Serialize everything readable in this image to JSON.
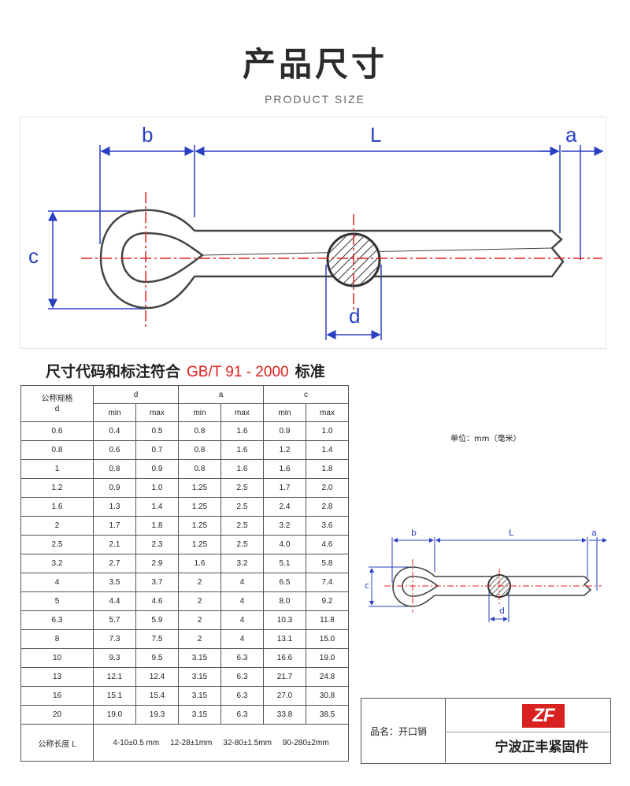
{
  "header": {
    "title": "产品尺寸",
    "subtitle": "PRODUCT SIZE"
  },
  "diagram": {
    "labels": {
      "b": "b",
      "L": "L",
      "a": "a",
      "c": "c",
      "d": "d"
    },
    "colors": {
      "dimension": "#2a3fc2",
      "centerline": "#e0201e",
      "outline": "#444444"
    }
  },
  "standard": {
    "prefix": "尺寸代码和标注符合",
    "code": "GB/T 91 - 2000",
    "suffix": "标准"
  },
  "table": {
    "nominal_header": "公称规格\nd",
    "group_headers": [
      "d",
      "a",
      "c"
    ],
    "sub_headers": [
      "min",
      "max",
      "min",
      "max",
      "min",
      "max"
    ],
    "rows": [
      [
        "0.6",
        "0.4",
        "0.5",
        "0.8",
        "1.6",
        "0.9",
        "1.0"
      ],
      [
        "0.8",
        "0.6",
        "0.7",
        "0.8",
        "1.6",
        "1.2",
        "1.4"
      ],
      [
        "1",
        "0.8",
        "0.9",
        "0.8",
        "1.6",
        "1.6",
        "1.8"
      ],
      [
        "1.2",
        "0.9",
        "1.0",
        "1.25",
        "2.5",
        "1.7",
        "2.0"
      ],
      [
        "1.6",
        "1.3",
        "1.4",
        "1.25",
        "2.5",
        "2.4",
        "2.8"
      ],
      [
        "2",
        "1.7",
        "1.8",
        "1.25",
        "2.5",
        "3.2",
        "3.6"
      ],
      [
        "2.5",
        "2.1",
        "2.3",
        "1.25",
        "2.5",
        "4.0",
        "4.6"
      ],
      [
        "3.2",
        "2.7",
        "2.9",
        "1.6",
        "3.2",
        "5.1",
        "5.8"
      ],
      [
        "4",
        "3.5",
        "3.7",
        "2",
        "4",
        "6.5",
        "7.4"
      ],
      [
        "5",
        "4.4",
        "4.6",
        "2",
        "4",
        "8.0",
        "9.2"
      ],
      [
        "6.3",
        "5.7",
        "5.9",
        "2",
        "4",
        "10.3",
        "11.8"
      ],
      [
        "8",
        "7.3",
        "7.5",
        "2",
        "4",
        "13.1",
        "15.0"
      ],
      [
        "10",
        "9.3",
        "9.5",
        "3.15",
        "6.3",
        "16.6",
        "19.0"
      ],
      [
        "13",
        "12.1",
        "12.4",
        "3.15",
        "6.3",
        "21.7",
        "24.8"
      ],
      [
        "16",
        "15.1",
        "15.4",
        "3.15",
        "6.3",
        "27.0",
        "30.8"
      ],
      [
        "20",
        "19.0",
        "19.3",
        "3.15",
        "6.3",
        "33.8",
        "38.5"
      ]
    ],
    "length_label": "公称长度 L",
    "length_ranges": "4-10±0.5 mm     12-28±1mm     32-80±1.5mm     90-280±2mm"
  },
  "unit_note": "单位：mm（毫米）",
  "company": {
    "product_name": "品名：开口销",
    "logo_text": "ZF",
    "name": "宁波正丰紧固件",
    "logo_color": "#d92121"
  }
}
